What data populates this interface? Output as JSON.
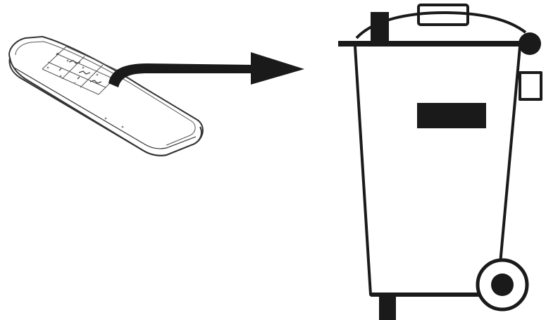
{
  "figure": {
    "description_items": [
      "remote-control",
      "disposal-arrow",
      "wheelie-bin"
    ],
    "colors": {
      "ink": "#1a1a1a",
      "background": "#ffffff",
      "remote_body": "#ffffff",
      "remote_outline": "#333333",
      "remote_buttons": "#555555"
    },
    "icons": {
      "remote": "remote-control-icon",
      "arrow": "curved-arrow-icon",
      "bin": "waste-bin-icon"
    },
    "remote_buttons": [
      {
        "name": "remote-button-1"
      },
      {
        "name": "remote-button-2"
      },
      {
        "name": "remote-button-3"
      },
      {
        "name": "remote-button-4"
      },
      {
        "name": "remote-button-5"
      },
      {
        "name": "remote-button-6"
      }
    ]
  }
}
